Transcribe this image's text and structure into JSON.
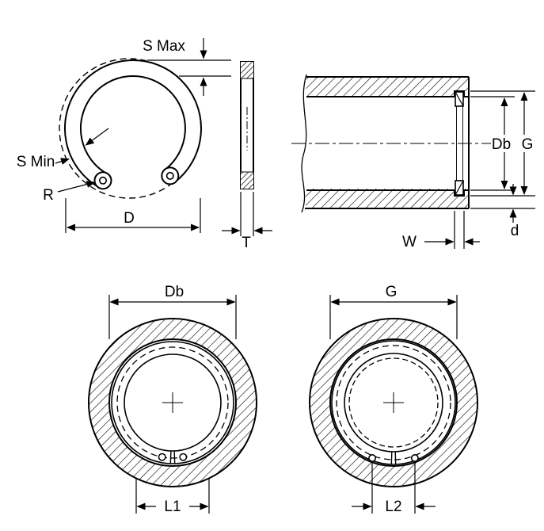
{
  "figure": {
    "description": "Internal retaining ring (circlip) dimensional technical drawing",
    "background": "#ffffff",
    "line_color": "#000000",
    "front_view": {
      "s_max": "S Max",
      "s_min": "S Min",
      "r": "R",
      "d": "D"
    },
    "side_view": {
      "t": "T"
    },
    "section_view": {
      "db": "Db",
      "g": "G",
      "w": "W",
      "d": "d"
    },
    "bore_view": {
      "db": "Db",
      "l1": "L1"
    },
    "groove_view": {
      "g": "G",
      "l2": "L2"
    }
  }
}
